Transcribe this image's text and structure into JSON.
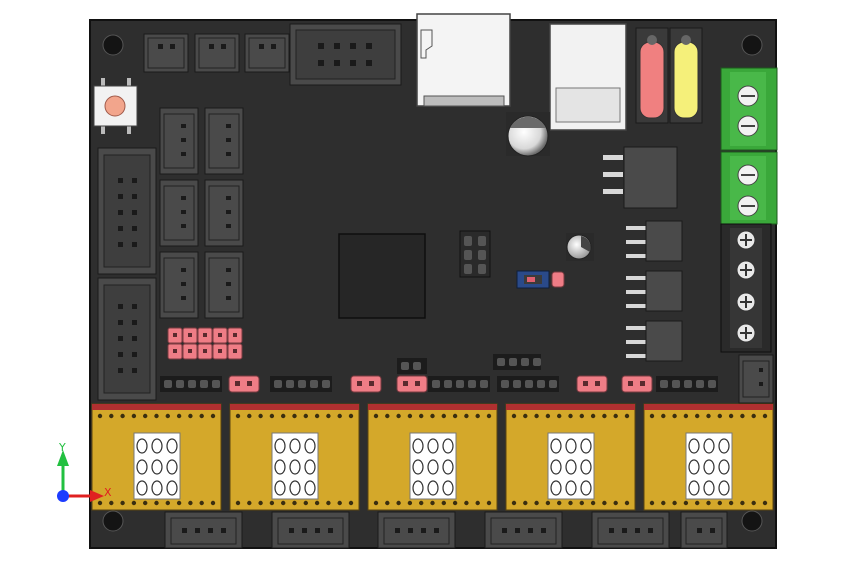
{
  "viewport": {
    "background": "#ffffff",
    "axis_triad": {
      "x_label": "X",
      "y_label": "Y",
      "x_color": "#e02020",
      "y_color": "#22c040",
      "z_color": "#1d3cff"
    }
  },
  "board": {
    "pcb_color": "#2e2e2e",
    "mounting_holes": 4,
    "mcu_chip": "square-ic",
    "headers_black": "#1c1c1c",
    "header_pins_pink": "#f0868c",
    "jumper_pink": "#ef7d86",
    "connector_gray": "#4a4a4a",
    "terminal_green": "#3aa83a",
    "terminal_black": "#2a2a2a",
    "sd_slot_color": "#f4f4f4",
    "usb_port_color": "#f2f2f2",
    "led_red": "#f08080",
    "led_yellow": "#f5f07a",
    "reset_button": "#f2a58c",
    "driver_modules": {
      "count": 5,
      "body_color": "#d4a82a",
      "top_strip": "#b03030",
      "chip_pad": "#ffffff"
    }
  }
}
